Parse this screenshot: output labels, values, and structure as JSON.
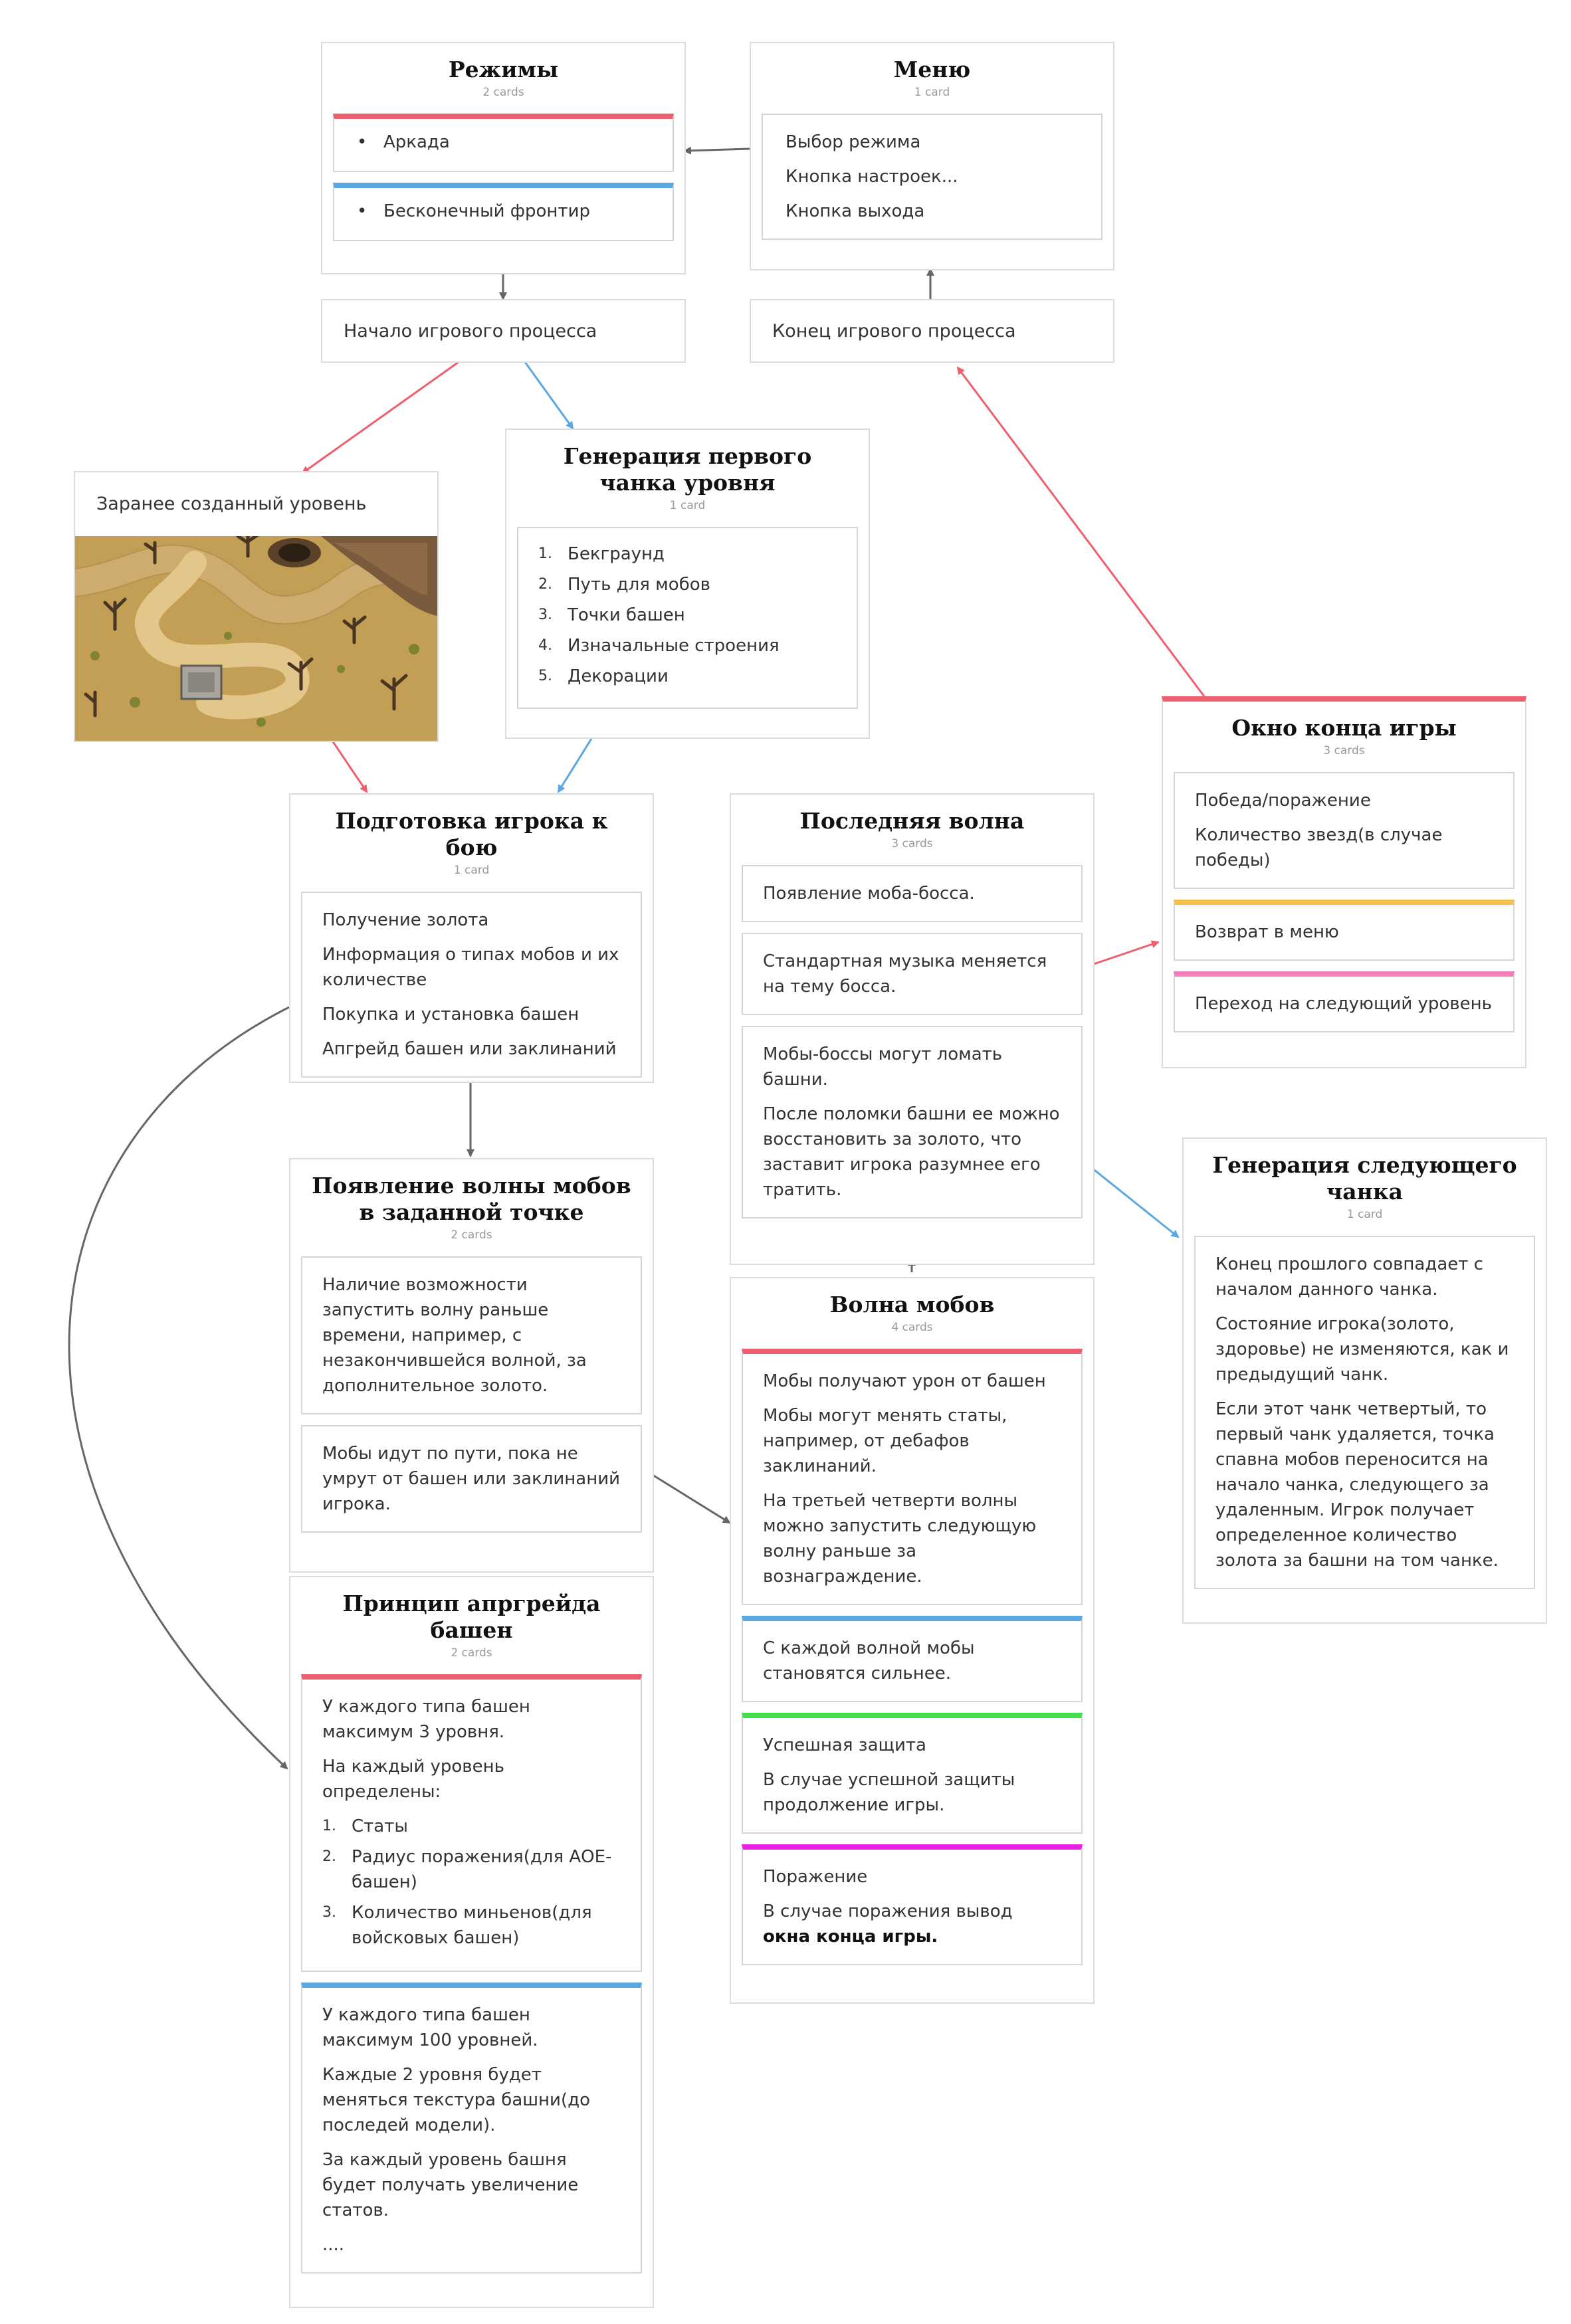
{
  "colors": {
    "red": "#ee5f6d",
    "blue": "#5aa7e2",
    "yellow": "#f5c04f",
    "pink": "#f27fbd",
    "green": "#3fe04a",
    "magenta": "#ec1ee6",
    "gray_arrow": "#666666"
  },
  "modes": {
    "title": "Режимы",
    "count": "2 cards",
    "items": [
      "Аркада",
      "Бесконечный фронтир"
    ]
  },
  "menu": {
    "title": "Меню",
    "count": "1 card",
    "items": [
      "Выбор режима",
      "Кнопка настроек...",
      "Кнопка выхода"
    ]
  },
  "game_start": "Начало игрового процесса",
  "game_end": "Конец игрового процесса",
  "premade_level": {
    "label": "Заранее созданный уровень",
    "image": "tower-defense-level-map"
  },
  "first_chunk": {
    "title": "Генерация первого чанка уровня",
    "count": "1 card",
    "items": [
      "Бекграунд",
      "Путь для мобов",
      "Точки башен",
      "Изначальные строения",
      "Декорации"
    ],
    "numbers": [
      "1.",
      "2.",
      "3.",
      "4.",
      "5."
    ]
  },
  "end_window": {
    "title": "Окно конца игры",
    "count": "3 cards",
    "card1": [
      "Победа/поражение",
      "Количество звезд(в случае победы)"
    ],
    "card2": "Возврат в меню",
    "card3": "Переход на следующий уровень"
  },
  "prep": {
    "title": "Подготовка игрока к бою",
    "count": "1 card",
    "items": [
      "Получение золота",
      "Информация о типах мобов и их количестве",
      "Покупка и установка башен",
      "Апгрейд башен или заклинаний"
    ]
  },
  "last_wave": {
    "title": "Последняя волна",
    "count": "3 cards",
    "card1": "Появление моба-босса.",
    "card2": "Стандартная музыка меняется на тему босса.",
    "card3": [
      "Мобы-боссы могут ломать башни.",
      "После поломки башни ее можно восстановить за золото, что заставит игрока разумнее его тратить."
    ]
  },
  "next_chunk": {
    "title": "Генерация следующего чанка",
    "count": "1 card",
    "items": [
      "Конец прошлого совпадает с началом данного чанка.",
      "Состояние игрока(золото, здоровье) не изменяются, как и предыдущий чанк.",
      "Если этот чанк четвертый, то первый чанк удаляется, точка спавна мобов переносится на начало чанка, следующего за удаленным. Игрок получает определенное количество золота за башни на том чанке."
    ]
  },
  "wave_spawn": {
    "title": "Появление волны мобов в заданной точке",
    "count": "2 cards",
    "card1": "Наличие возможности запустить волну раньше времени, например, с незакончившейся волной, за дополнительное золото.",
    "card2": "Мобы идут по пути, пока не умрут от башен или заклинаний игрока."
  },
  "mob_wave": {
    "title": "Волна мобов",
    "count": "4 cards",
    "card1": [
      "Мобы получают урон от башен",
      "Мобы могут менять статы, например, от дебафов заклинаний.",
      "На третьей четверти волны можно запустить следующую волну раньше за вознаграждение."
    ],
    "card2": "С каждой волной мобы становятся сильнее.",
    "card3": [
      "Успешная защита",
      "В случае успешной защиты продолжение игры."
    ],
    "card4_title": "Поражение",
    "card4_text": "В случае поражения вывод ",
    "card4_bold": "окна конца игры."
  },
  "upgrade": {
    "title": "Принцип апргрейда башен",
    "count": "2 cards",
    "card1": {
      "lines": [
        "У каждого типа башен максимум 3 уровня.",
        "На каждый уровень определены:"
      ],
      "list": [
        "Статы",
        "Радиус поражения(для АОЕ-башен)",
        "Количество миньенов(для войсковых башен)"
      ],
      "numbers": [
        "1.",
        "2.",
        "3."
      ]
    },
    "card2": [
      "У каждого типа башен максимум 100 уровней.",
      "Каждые 2 уровня будет меняться текстура башни(до последей модели).",
      "За каждый уровень башня будет получать увеличение статов.",
      "...."
    ]
  }
}
